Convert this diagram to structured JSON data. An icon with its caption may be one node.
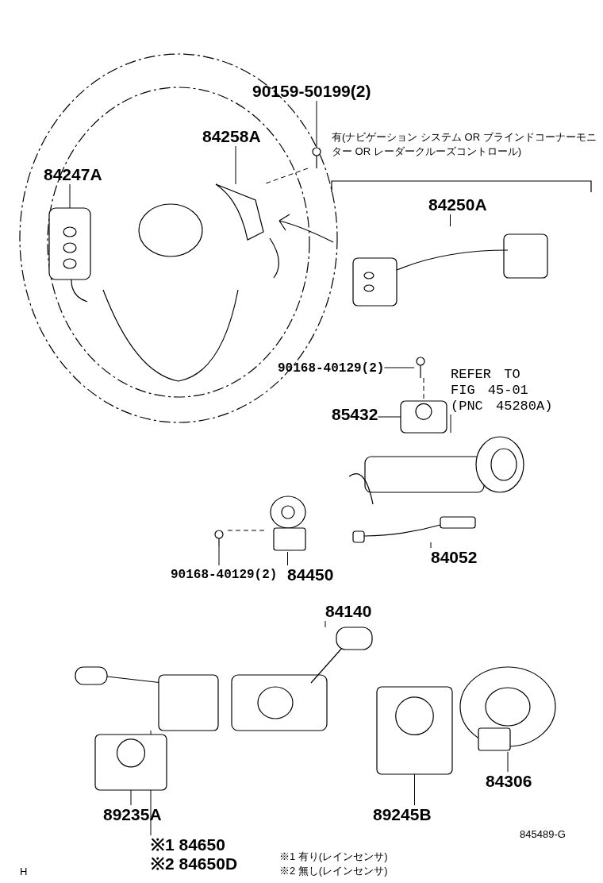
{
  "diagram": {
    "nodes": [
      {
        "text": [
          "90159-50199(2)"
        ]
      },
      {
        "text": [],
        "shape": "picture"
      },
      {
        "text": [
          "84258A"
        ]
      },
      {
        "text": [],
        "shape": "picture"
      },
      {
        "text": [
          "84247A"
        ]
      },
      {
        "text": [],
        "shape": "picture"
      },
      {
        "text": [
          "84250A"
        ]
      },
      {
        "text": [],
        "shape": "picture"
      },
      {
        "text": [
          "90168-40129(2)"
        ]
      },
      {
        "text": [],
        "shape": "picture"
      },
      {
        "text": [
          "REFER TO FIG 45-01 (PNC 45280A)"
        ]
      },
      {
        "text": [],
        "shape": "picture"
      },
      {
        "text": [
          "85432"
        ]
      },
      {
        "text": [],
        "shape": "picture"
      },
      {
        "text": [
          "84052"
        ]
      },
      {
        "text": [],
        "shape": "picture"
      },
      {
        "text": [
          "90168-40129(2)"
        ]
      },
      {
        "text": [],
        "shape": "picture"
      },
      {
        "text": [
          "84450"
        ]
      },
      {
        "text": [],
        "shape": "picture"
      },
      {
        "text": [
          "84140"
        ]
      },
      {
        "text": [],
        "shape": "picture"
      },
      {
        "text": [
          "89235A"
        ]
      },
      {
        "text": [],
        "shape": "picture"
      },
      {
        "text": [
          "※1 84650",
          "※2 84650D"
        ]
      },
      {
        "text": [],
        "shape": "picture"
      },
      {
        "text": [
          "89245B"
        ]
      },
      {
        "text": [],
        "shape": "picture"
      },
      {
        "text": [
          "84306"
        ]
      },
      {
        "text": [],
        "shape": "picture"
      }
    ],
    "edges": [
      {
        "from": 0,
        "to": 1,
        "arrow": "none"
      },
      {
        "from": 2,
        "to": 3,
        "arrow": "none"
      },
      {
        "from": 4,
        "to": 5,
        "arrow": "none"
      },
      {
        "from": 1,
        "to": 3,
        "arrow": "none",
        "style": "dashed"
      },
      {
        "from": 6,
        "to": 7,
        "arrow": "none"
      },
      {
        "from": 8,
        "to": 9,
        "arrow": "none"
      },
      {
        "from": 9,
        "to": 13,
        "arrow": "none",
        "style": "dashed"
      },
      {
        "from": 10,
        "to": 11,
        "arrow": "none"
      },
      {
        "from": 12,
        "to": 13,
        "arrow": "none"
      },
      {
        "from": 14,
        "to": 15,
        "arrow": "none"
      },
      {
        "from": 16,
        "to": 17,
        "arrow": "none"
      },
      {
        "from": 17,
        "to": 19,
        "arrow": "none",
        "style": "dashed"
      },
      {
        "from": 18,
        "to": 19,
        "arrow": "none"
      },
      {
        "from": 20,
        "to": 21,
        "arrow": "none"
      },
      {
        "from": 22,
        "to": 23,
        "arrow": "none"
      },
      {
        "from": 24,
        "to": 25,
        "arrow": "none"
      },
      {
        "from": 26,
        "to": 27,
        "arrow": "none"
      },
      {
        "from": 28,
        "to": 29,
        "arrow": "none"
      }
    ],
    "labels": [
      "有(ナビゲーション システム OR ブラインドコーナーモニター OR レーダークルーズコントロール)",
      "※1 有り(レインセンサ)",
      "※2 無し(レインセンサ)",
      "845489-G",
      "H"
    ]
  }
}
